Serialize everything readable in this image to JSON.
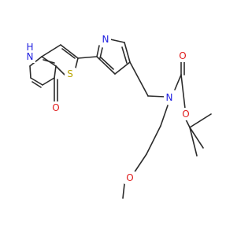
{
  "atom_labels": {
    "nh_n": "N",
    "nh_h": "H",
    "s_ring": "S",
    "pyr_n": "N",
    "keto_o": "O",
    "amide_n": "N",
    "carbonyl_o": "O",
    "ester_o": "O",
    "ether_o": "O"
  },
  "colors": {
    "bond": "#2b2b2b",
    "nitrogen": "#1d1de0",
    "oxygen": "#e01d1d",
    "sulfur": "#b8a400",
    "background": "#ffffff"
  }
}
